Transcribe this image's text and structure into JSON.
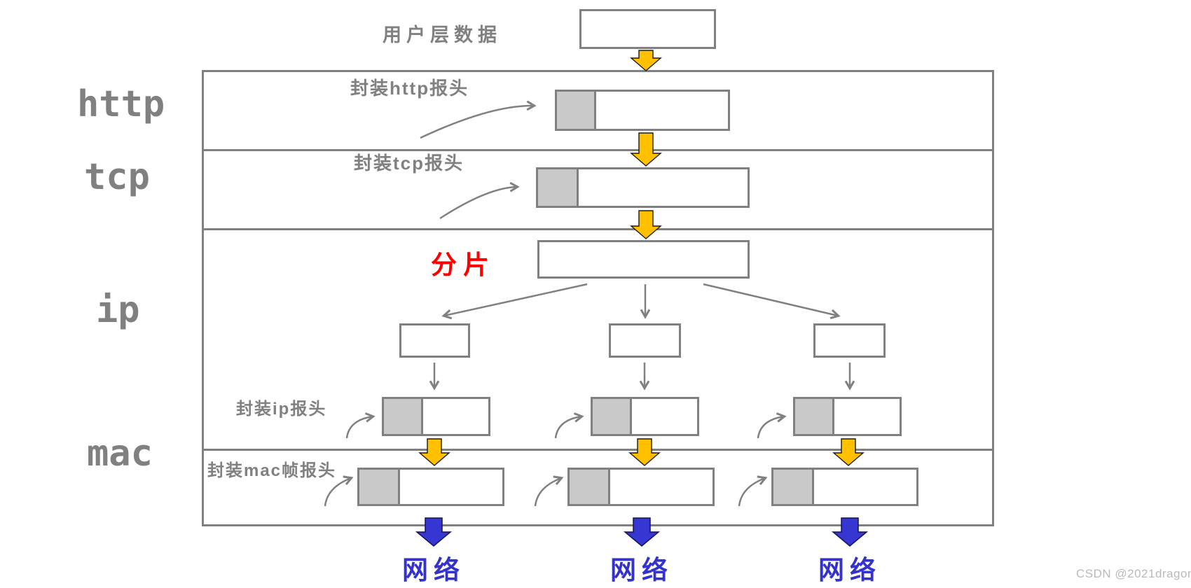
{
  "diagram": {
    "title_note": "用户层数据",
    "layers": [
      "http",
      "tcp",
      "ip",
      "mac"
    ],
    "labels": {
      "encap_http": "封装http报头",
      "encap_tcp": "封装tcp报头",
      "fragment": "分片",
      "encap_ip": "封装ip报头",
      "encap_mac": "封装mac帧报头",
      "network": "网络"
    },
    "colors": {
      "line_gray": "#808080",
      "header_fill": "#c9c9c9",
      "arrow_yellow": "#ffc000",
      "arrow_blue": "#3636d2",
      "fragment_red": "#ff0000",
      "network_blue": "#3333cc"
    },
    "watermark": "CSDN @2021dragon"
  }
}
